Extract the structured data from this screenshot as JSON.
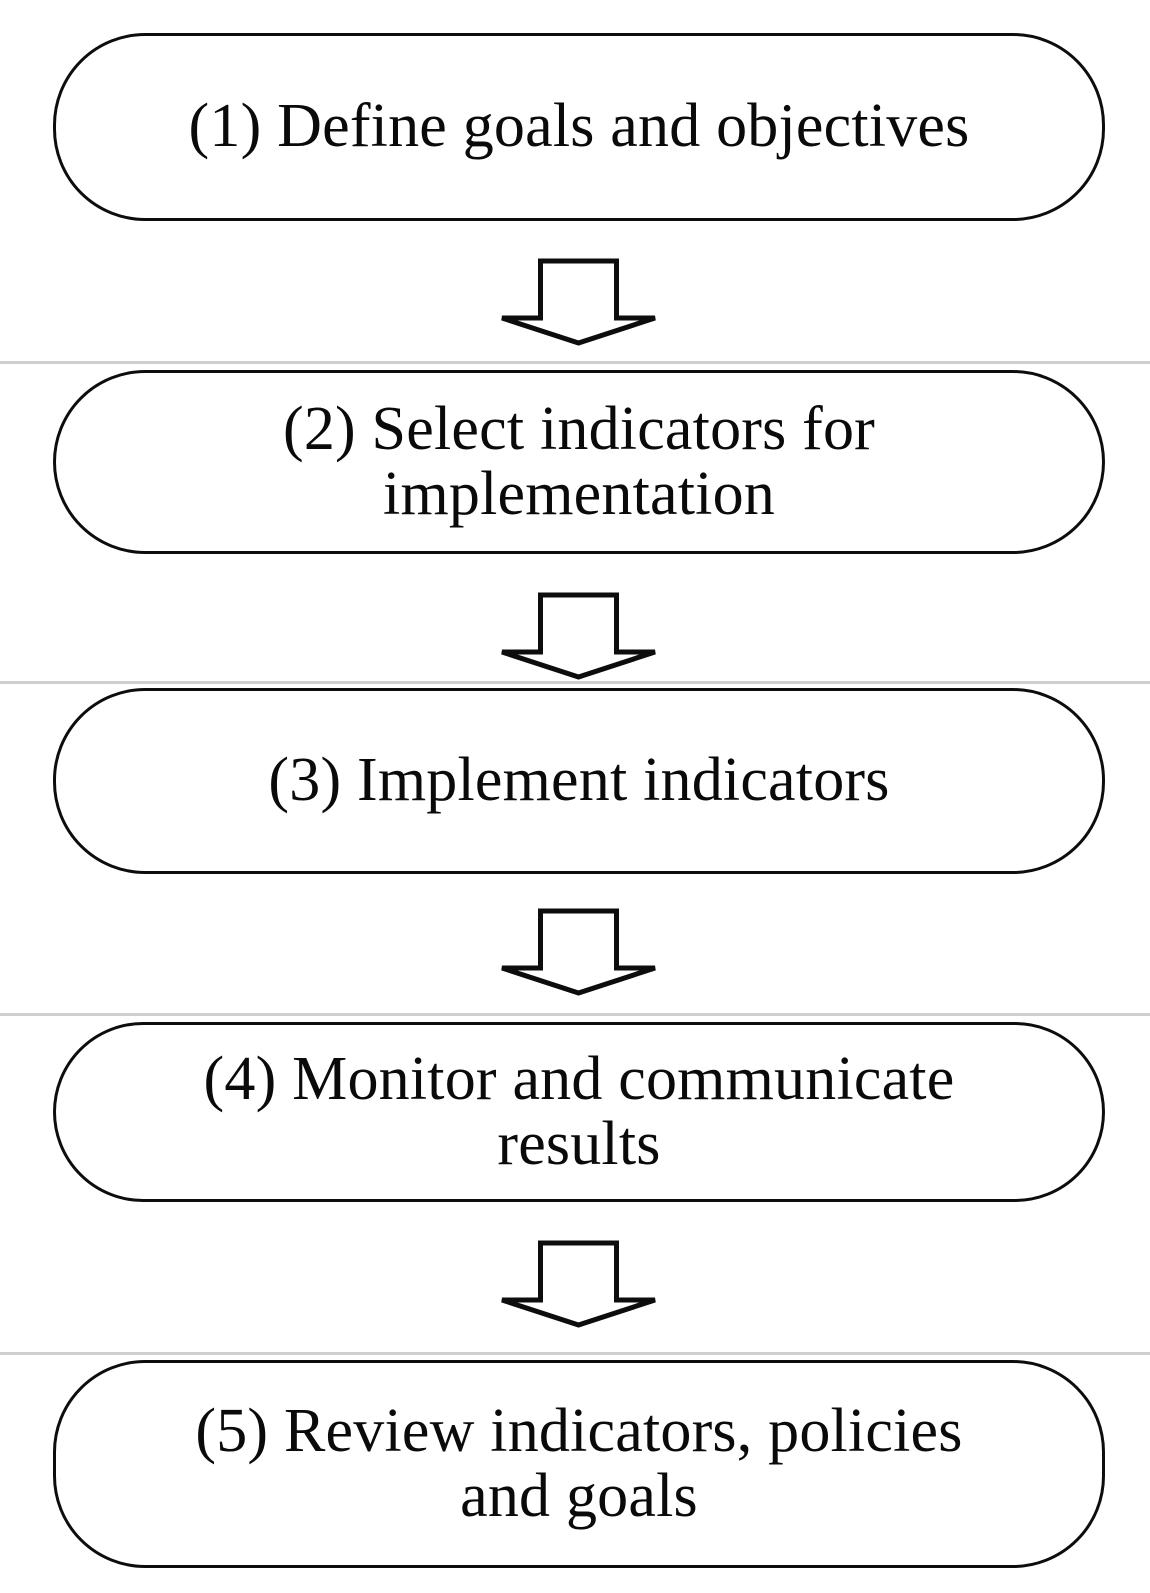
{
  "diagram": {
    "type": "flowchart",
    "orientation": "vertical-top-to-bottom",
    "background_color": "#ffffff",
    "node_border_color": "#0d0d0d",
    "node_fill_color": "#ffffff",
    "arrow_color": "#0d0d0d",
    "nodes": [
      {
        "id": "step-1",
        "label": "(1) Define goals and objectives"
      },
      {
        "id": "step-2",
        "label": "(2) Select  indicators for\nimplementation"
      },
      {
        "id": "step-3",
        "label": "(3) Implement indicators"
      },
      {
        "id": "step-4",
        "label": "(4) Monitor and communicate\nresults"
      },
      {
        "id": "step-5",
        "label": "(5) Review indicators, policies\nand goals"
      }
    ],
    "connectors": [
      {
        "id": "arrow-1-2",
        "from": "step-1",
        "to": "step-2",
        "glyph": "down-block-arrow"
      },
      {
        "id": "arrow-2-3",
        "from": "step-2",
        "to": "step-3",
        "glyph": "down-block-arrow"
      },
      {
        "id": "arrow-3-4",
        "from": "step-3",
        "to": "step-4",
        "glyph": "down-block-arrow"
      },
      {
        "id": "arrow-4-5",
        "from": "step-4",
        "to": "step-5",
        "glyph": "down-block-arrow"
      }
    ]
  }
}
